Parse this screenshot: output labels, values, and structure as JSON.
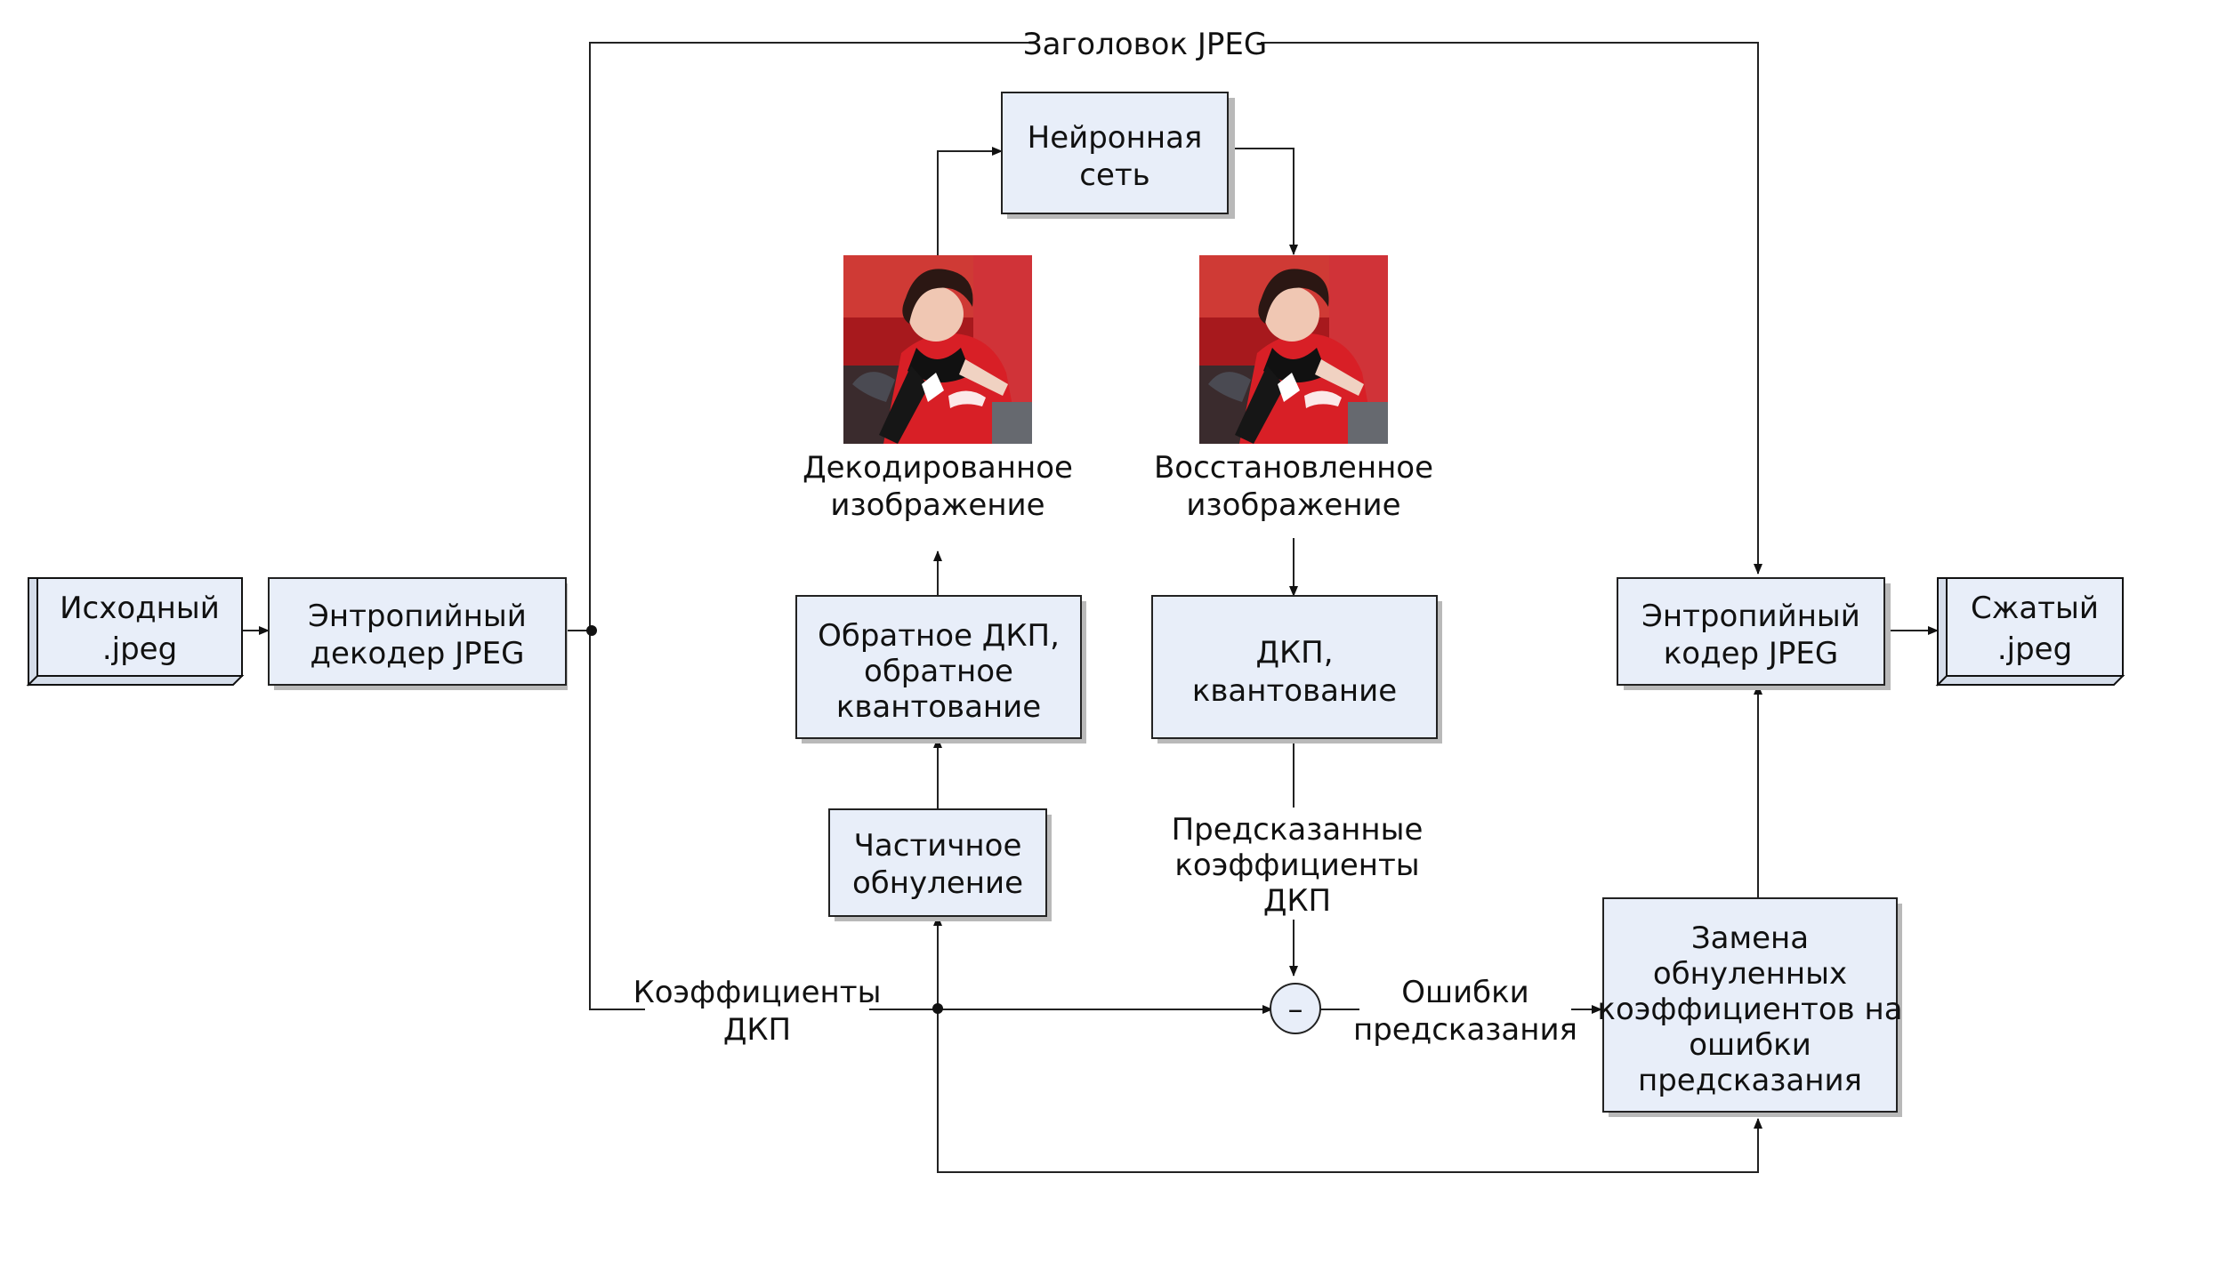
{
  "nodes": {
    "source_file": [
      "Исходный",
      ".jpeg"
    ],
    "entropy_decoder": [
      "Энтропийный",
      "декодер JPEG"
    ],
    "neural_net": [
      "Нейронная",
      "сеть"
    ],
    "inverse_dct": [
      "Обратное ДКП,",
      "обратное",
      "квантование"
    ],
    "partial_zeroing": [
      "Частичное",
      "обнуление"
    ],
    "dct_quant": [
      "ДКП,",
      "квантование"
    ],
    "entropy_coder": [
      "Энтропийный",
      "кодер JPEG"
    ],
    "compressed_file": [
      "Сжатый",
      ".jpeg"
    ],
    "replace_coeffs": [
      "Замена",
      "обнуленных",
      "коэффициентов на",
      "ошибки",
      "предсказания"
    ]
  },
  "labels": {
    "jpeg_header": "Заголовок JPEG",
    "decoded_image": [
      "Декодированное",
      "изображение"
    ],
    "restored_image": [
      "Восстановленное",
      "изображение"
    ],
    "predicted_coeffs": [
      "Предсказанные",
      "коэффициенты",
      "ДКП"
    ],
    "dct_coeffs": [
      "Коэффициенты",
      "ДКП"
    ],
    "prediction_errors": [
      "Ошибки",
      "предсказания"
    ],
    "minus_symbol": "–"
  },
  "colors": {
    "box_fill": "#e8eef9",
    "jersey_red": "#d81f26",
    "jersey_dark": "#2a1c1c",
    "background_red": "#b91f24"
  },
  "images": {
    "decoded_image": "athlete-photo-decoded",
    "restored_image": "athlete-photo-restored"
  }
}
